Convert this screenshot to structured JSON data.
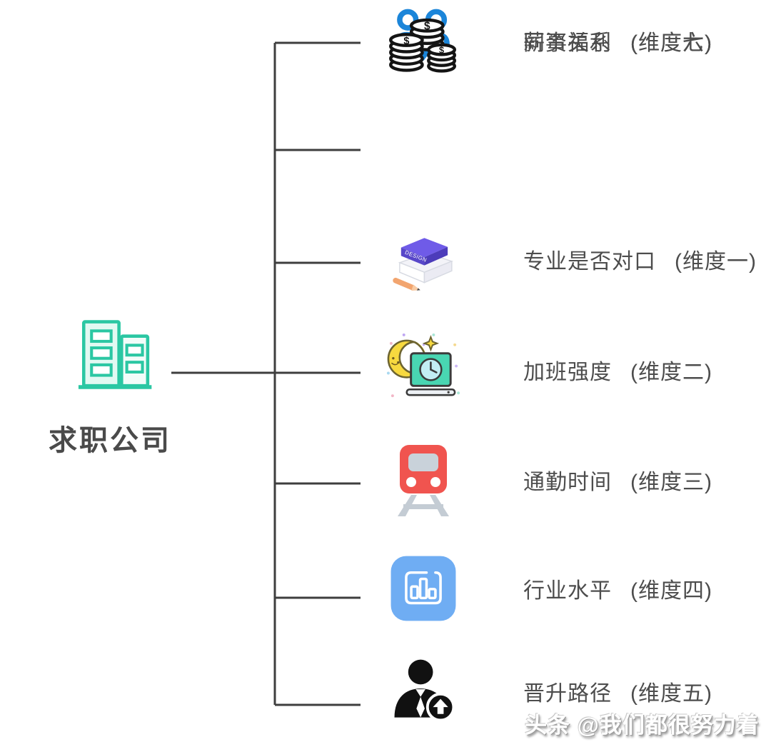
{
  "root": {
    "label": "求职公司",
    "icon": "buildings-icon"
  },
  "rows": [
    {
      "label": "专业是否对口",
      "dim": "(维度一)",
      "icon": "books-icon",
      "icon_text": "DESIGN"
    },
    {
      "label": "加班强度",
      "dim": "(维度二)",
      "icon": "moon-laptop-icon"
    },
    {
      "label": "通勤时间",
      "dim": "(维度三)",
      "icon": "train-icon"
    },
    {
      "label": "行业水平",
      "dim": "(维度四)",
      "icon": "bar-chart-icon"
    },
    {
      "label": "晋升路径",
      "dim": "(维度五)",
      "icon": "promotion-person-icon"
    },
    {
      "label": "同事关系",
      "dim": "(维度六)",
      "icon": "colleagues-icon"
    },
    {
      "label": "薪资福利",
      "dim": "(维度七)",
      "icon": "coins-icon",
      "coin_symbol": "$"
    }
  ],
  "watermark": "头条 @我们都很努力着",
  "colors": {
    "line": "#3e3e3e",
    "text": "#4d4d4d",
    "building_teal": "#2BC7A3",
    "book_purple": "#6F5BE8",
    "pencil_orange": "#F2A56F",
    "moon_yellow": "#F7D93F",
    "laptop_teal": "#49D6B2",
    "train_red": "#F0544F",
    "chart_blue": "#6FADF3",
    "people_blue": "#1B85D9",
    "black_icon": "#111111"
  }
}
